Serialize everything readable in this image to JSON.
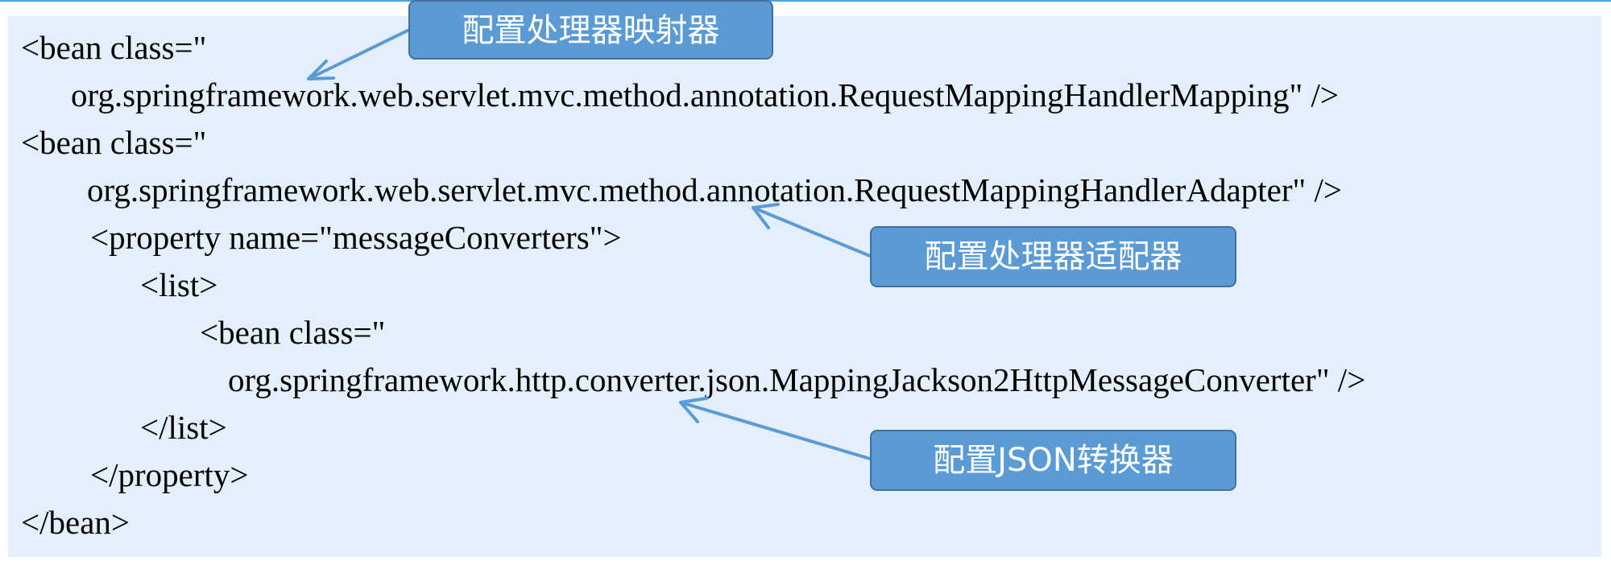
{
  "code_lines": [
    "<bean class=\"",
    "org.springframework.web.servlet.mvc.method.annotation.RequestMappingHandlerMapping\" />",
    "<bean class=\"",
    "org.springframework.web.servlet.mvc.method.annotation.RequestMappingHandlerAdapter\" />",
    "<property name=\"messageConverters\">",
    "<list>",
    "<bean class=\"",
    "org.springframework.http.converter.json.MappingJackson2HttpMessageConverter\" />",
    "</list>",
    "</property>",
    "</bean>"
  ],
  "callouts": {
    "handler_mapping": "配置处理器映射器",
    "handler_adapter": "配置处理器适配器",
    "json_converter": "配置JSON转换器"
  },
  "colors": {
    "panel_background": "#e3f0fc",
    "callout_fill": "#5b9bd5",
    "callout_border": "#41719c",
    "arrow": "#5b9bd5",
    "top_rule": "#4aa3df"
  }
}
